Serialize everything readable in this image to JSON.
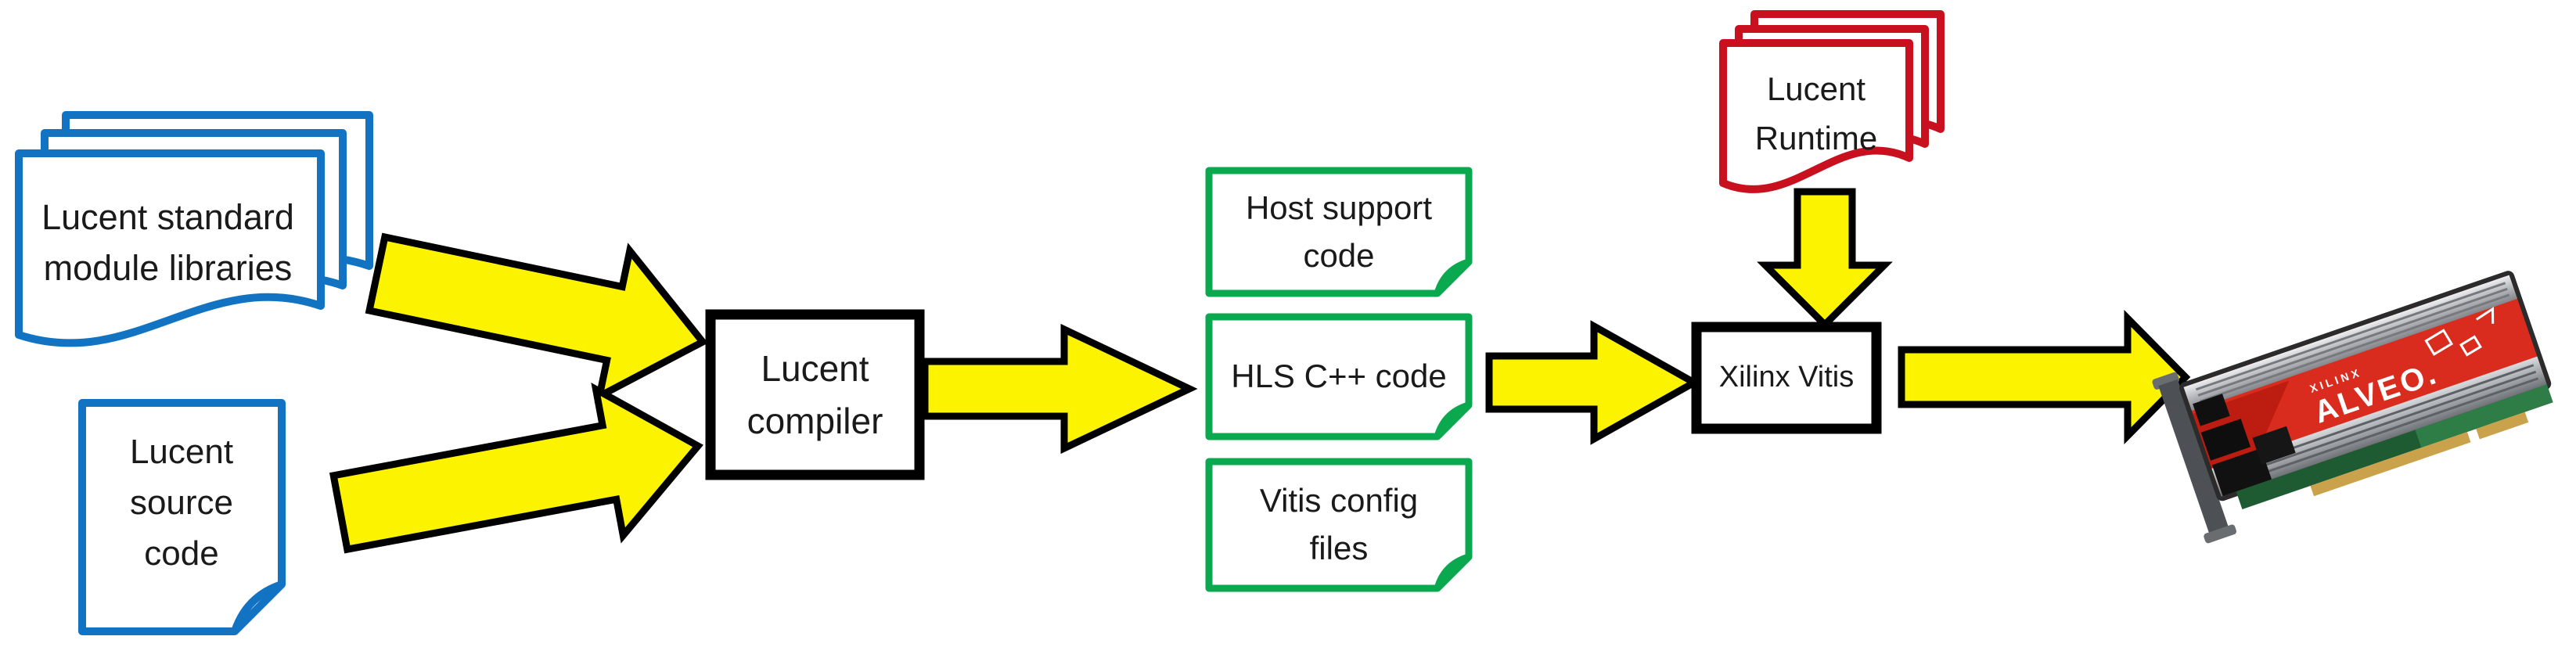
{
  "colors": {
    "doc_blue": "#1273C2",
    "doc_green": "#0AA94F",
    "doc_red": "#C8101E",
    "arrow_yellow": "#FBF300",
    "box_black": "#000000",
    "text_color": "#1A1A1A",
    "card_red": "#D92C1E"
  },
  "nodes": {
    "standard_libraries": {
      "lines": [
        "Lucent standard",
        "module libraries"
      ]
    },
    "source_code": {
      "lines": [
        "Lucent",
        "source",
        "code"
      ]
    },
    "compiler": {
      "lines": [
        "Lucent",
        "compiler"
      ]
    },
    "host_support": {
      "lines": [
        "Host support",
        "code"
      ]
    },
    "hls_code": {
      "lines": [
        "HLS C++ code"
      ]
    },
    "vitis_config": {
      "lines": [
        "Vitis config",
        "files"
      ]
    },
    "runtime": {
      "lines": [
        "Lucent",
        "Runtime"
      ]
    },
    "xilinx_vitis": {
      "lines": [
        "Xilinx Vitis"
      ]
    },
    "fpga_card": {
      "brand": "XILINX",
      "product": "ALVEO."
    }
  }
}
